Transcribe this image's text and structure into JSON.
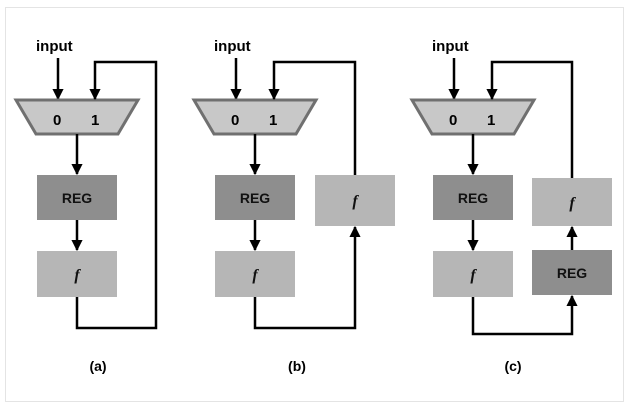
{
  "labels": {
    "input": "input",
    "mux_in0": "0",
    "mux_in1": "1",
    "reg": "REG",
    "func": "f"
  },
  "captions": {
    "a": "(a)",
    "b": "(b)",
    "c": "(c)"
  },
  "colors": {
    "mux_fill": "#c8c8c8",
    "mux_stroke": "#707070",
    "reg_fill": "#8e8e8e",
    "func_fill": "#b6b6b6",
    "wire": "#000000"
  }
}
